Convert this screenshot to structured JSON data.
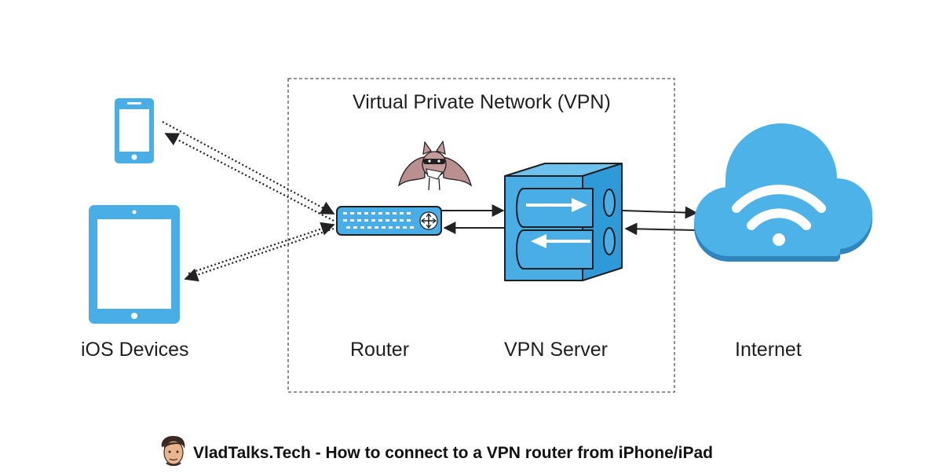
{
  "diagram": {
    "vpn_box_title": "Virtual Private Network (VPN)",
    "labels": {
      "ios_devices": "iOS Devices",
      "router": "Router",
      "vpn_server": "VPN Server",
      "internet": "Internet"
    }
  },
  "footer": {
    "text": "VladTalks.Tech - How to connect to a VPN router from iPhone/iPad"
  },
  "colors": {
    "device_blue": "#4aaee6",
    "device_dark": "#1f1f1f",
    "cloud_light": "#4db2e8",
    "cloud_shadow": "#2f86bf",
    "arrow": "#222222",
    "dashed_border": "#555555"
  },
  "icons": [
    "phone-icon",
    "tablet-icon",
    "router-icon",
    "bat-icon",
    "vpn-server-icon",
    "cloud-wifi-icon",
    "avatar-icon"
  ]
}
